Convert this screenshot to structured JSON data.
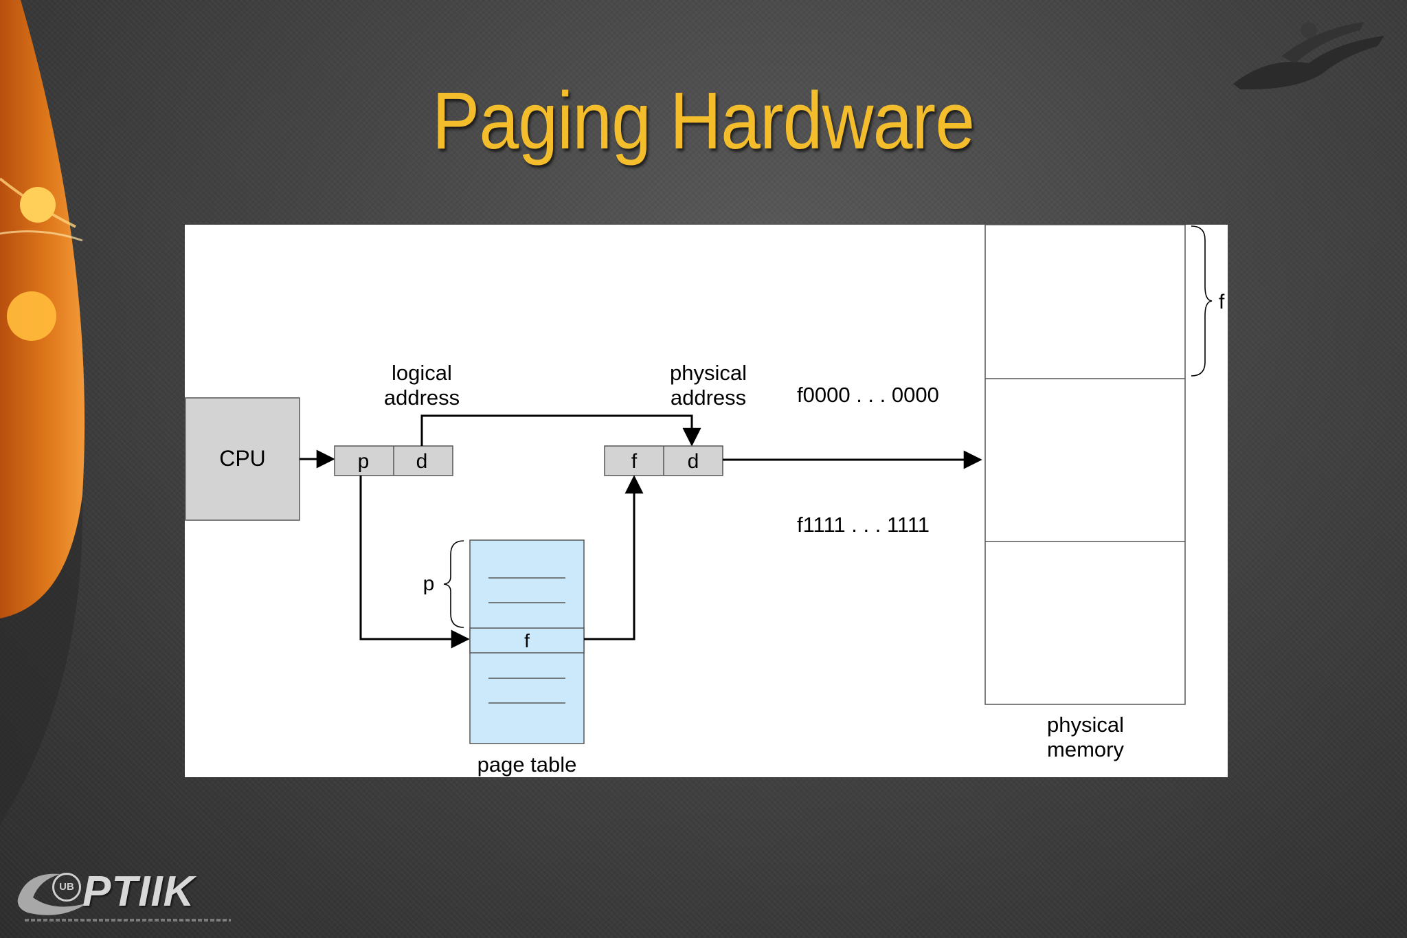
{
  "slide": {
    "title": "Paging Hardware",
    "footer_logo_text": "PTIIK",
    "footer_badge_text": "UB"
  },
  "diagram": {
    "cpu_label": "CPU",
    "logical_address_label_line1": "logical",
    "logical_address_label_line2": "address",
    "physical_address_label_line1": "physical",
    "physical_address_label_line2": "address",
    "logical_p": "p",
    "logical_d": "d",
    "physical_f": "f",
    "physical_d": "d",
    "page_table_entry": "f",
    "page_table_index": "p",
    "page_table_label": "page table",
    "frame_start_address": "f0000 . . . 0000",
    "frame_end_address": "f1111 . . . 1111",
    "frame_brace_label": "f",
    "physical_memory_label_line1": "physical",
    "physical_memory_label_line2": "memory"
  },
  "colors": {
    "title": "#f3bd2c",
    "box_gray": "#d3d3d3",
    "page_table_fill": "#cce8fb"
  }
}
